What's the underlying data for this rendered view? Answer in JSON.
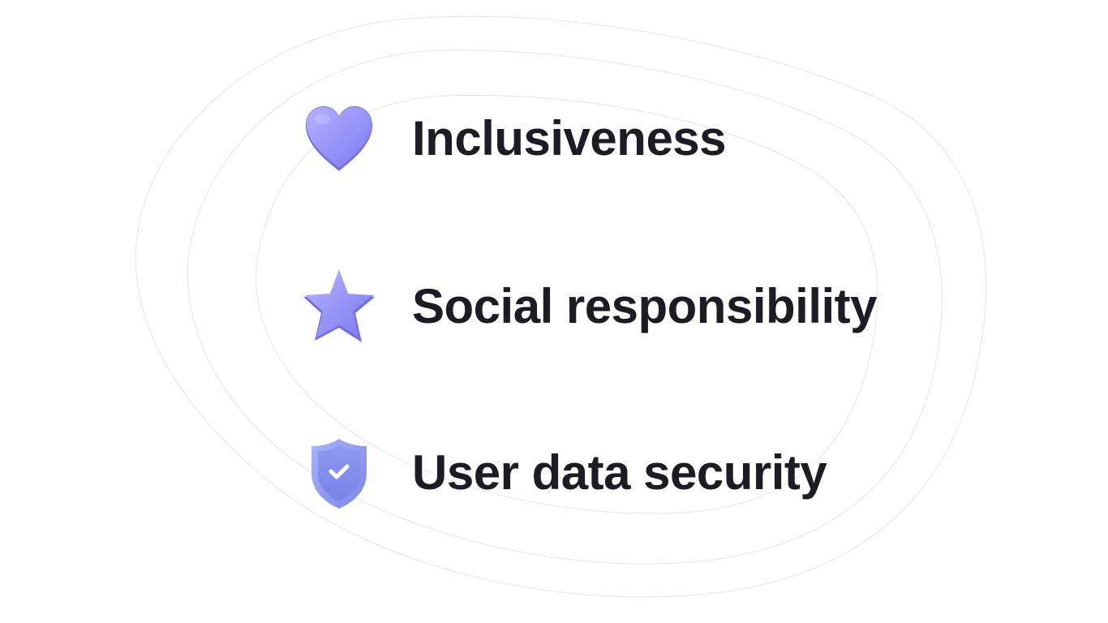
{
  "values": {
    "items": [
      {
        "label": "Inclusiveness",
        "icon": "heart-icon"
      },
      {
        "label": "Social responsibility",
        "icon": "star-icon"
      },
      {
        "label": "User data security",
        "icon": "shield-check-icon"
      }
    ]
  },
  "colors": {
    "icon_light": "#a8a6ff",
    "icon_mid": "#8f8cf5",
    "icon_dark": "#7b78e6",
    "shield_light": "#9aa6f5",
    "shield_dark": "#7d89e8",
    "text": "#1c1c24",
    "decor_line": "#e4e4e4",
    "background": "#ffffff"
  }
}
